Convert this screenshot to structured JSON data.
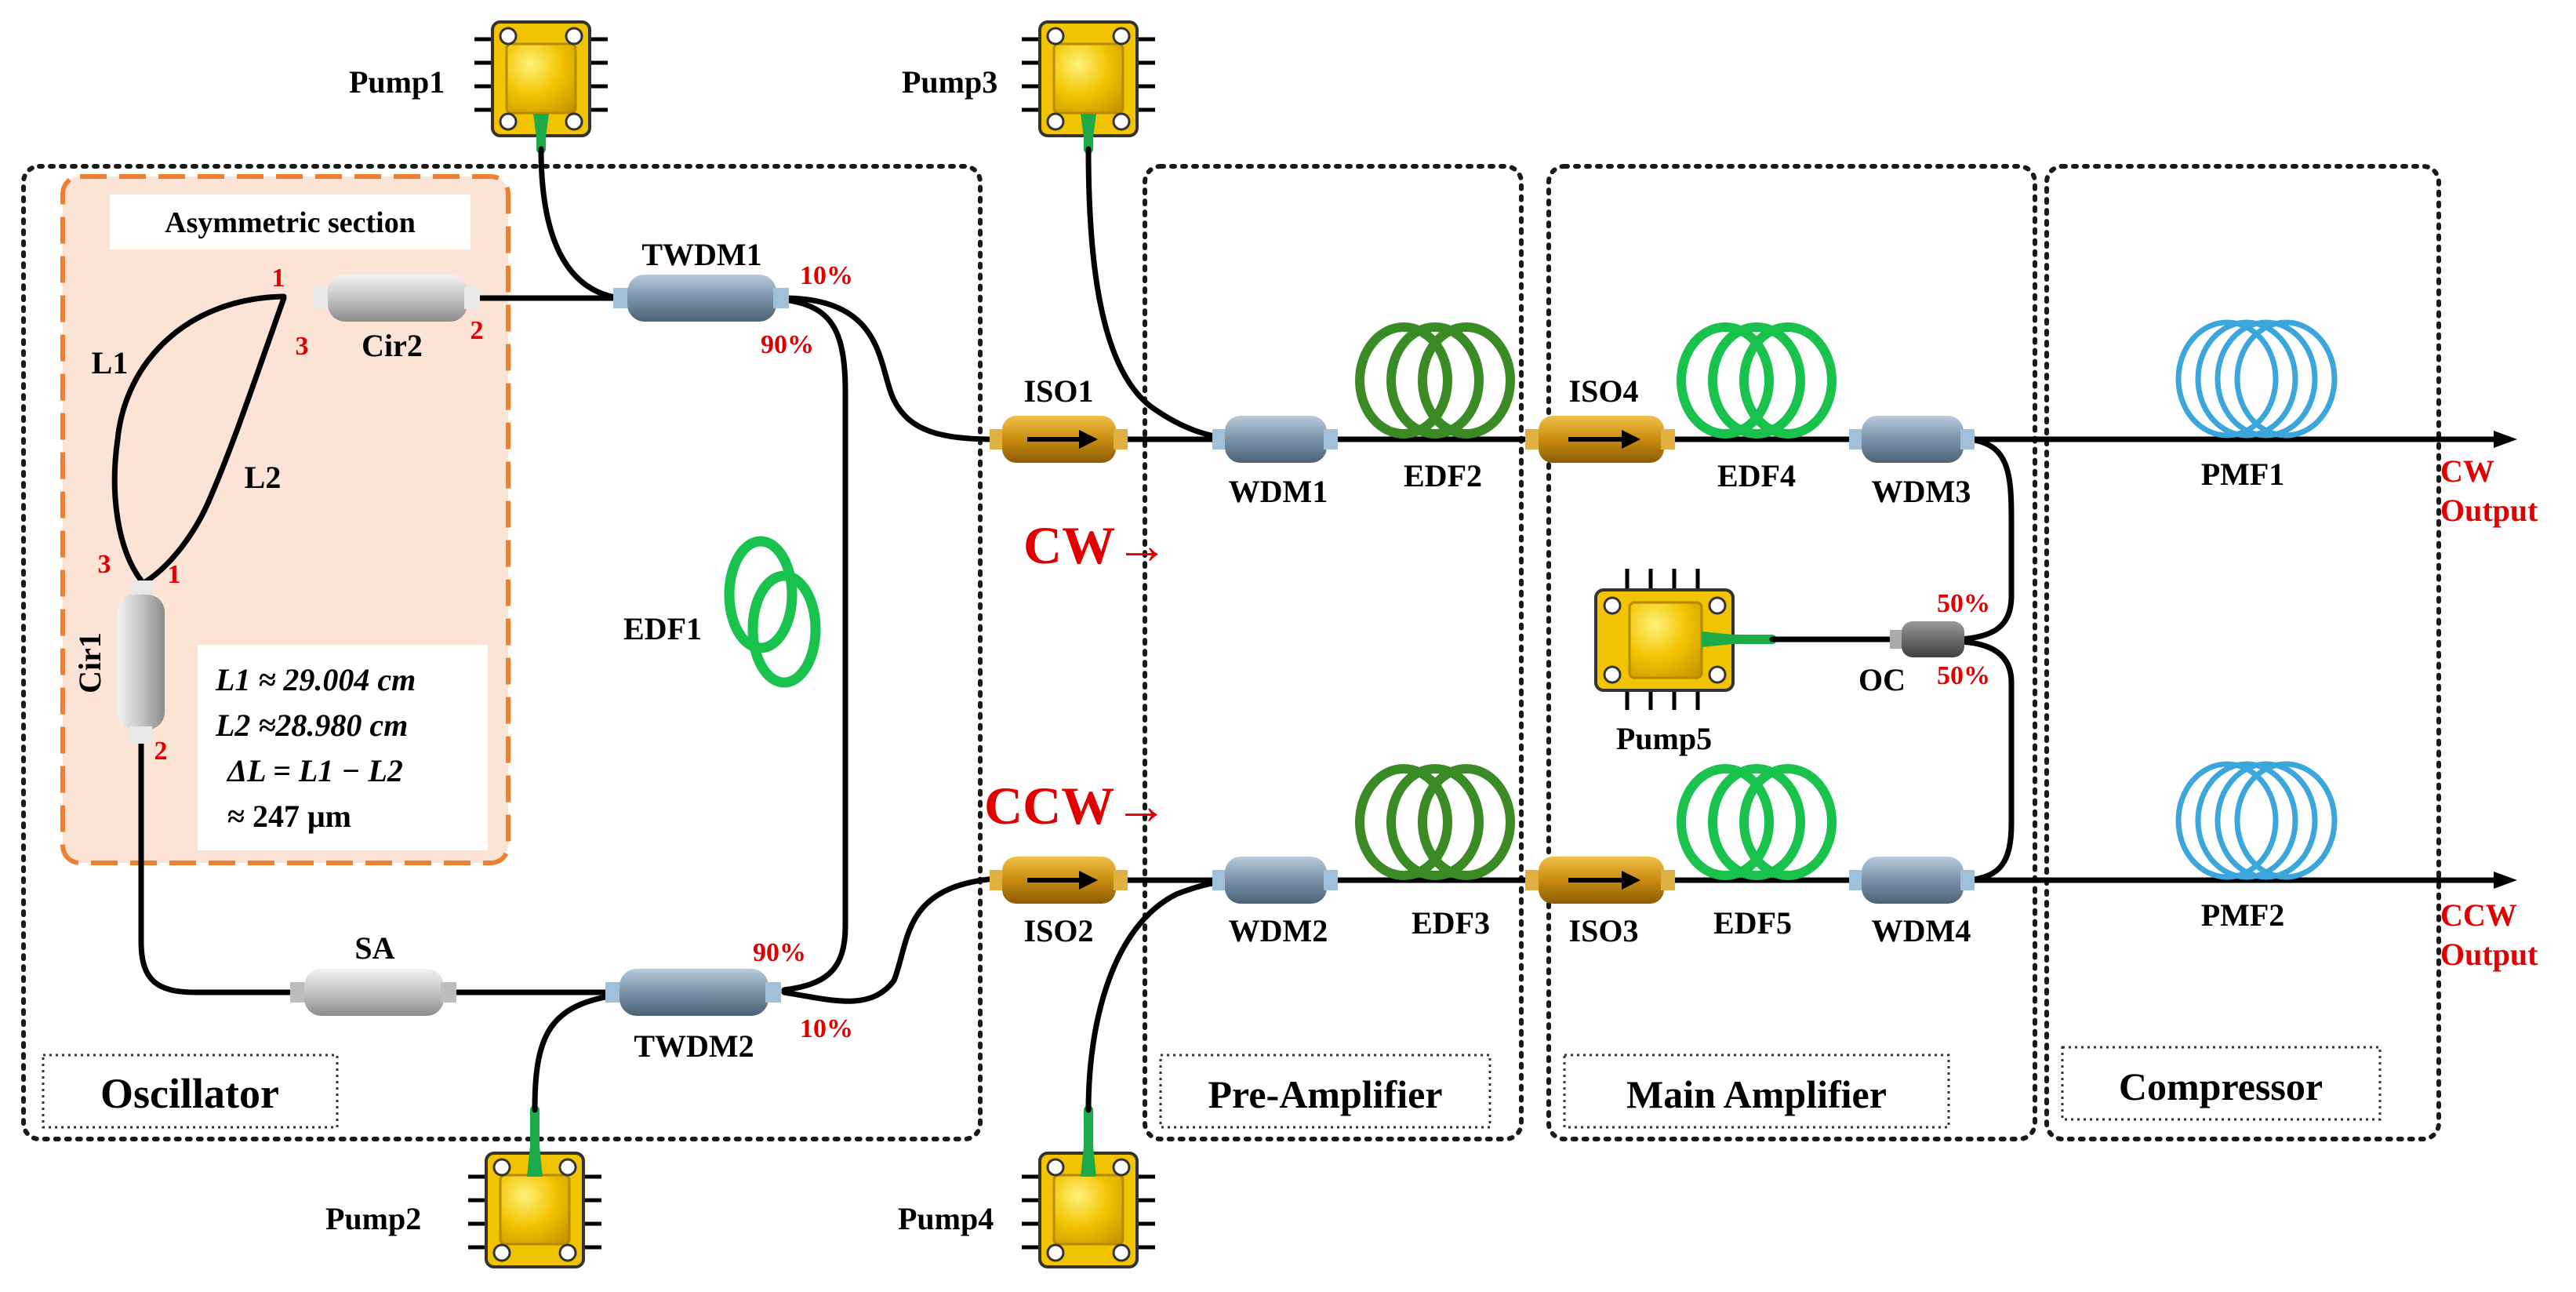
{
  "pumps": [
    "Pump1",
    "Pump2",
    "Pump3",
    "Pump4",
    "Pump5"
  ],
  "sections": {
    "oscillator": "Oscillator",
    "preamp": "Pre-Amplifier",
    "mainamp": "Main Amplifier",
    "compressor": "Compressor",
    "asymmetric": "Asymmetric section"
  },
  "components": {
    "twdm1": "TWDM1",
    "twdm2": "TWDM2",
    "cir1": "Cir1",
    "cir2": "Cir2",
    "sa": "SA",
    "iso1": "ISO1",
    "iso2": "ISO2",
    "iso3": "ISO3",
    "iso4": "ISO4",
    "wdm1": "WDM1",
    "wdm2": "WDM2",
    "wdm3": "WDM3",
    "wdm4": "WDM4",
    "edf1": "EDF1",
    "edf2": "EDF2",
    "edf3": "EDF3",
    "edf4": "EDF4",
    "edf5": "EDF5",
    "pmf1": "PMF1",
    "pmf2": "PMF2",
    "oc": "OC"
  },
  "ports": {
    "p1": "1",
    "p2": "2",
    "p3": "3"
  },
  "ratios": {
    "r10": "10%",
    "r90": "90%",
    "r50": "50%"
  },
  "fibers": {
    "l1": "L1",
    "l2": "L2"
  },
  "equations": {
    "eq1": "L1 ≈ 29.004 cm",
    "eq2": "L2 ≈28.980 cm",
    "eq3": "ΔL = L1 − L2",
    "eq4": "≈ 247 μm"
  },
  "directions": {
    "cw": "CW→",
    "ccw": "CCW→"
  },
  "outputs": {
    "cw_line1": "CW",
    "cw_line2": "Output",
    "ccw_line1": "CCW",
    "ccw_line2": "Output"
  },
  "colors": {
    "fiber": "#000000",
    "edf_dark": "#3a8a25",
    "edf_bright": "#18c24c",
    "pmf": "#3aa6dc",
    "pump_body": "#f2c300",
    "coupler": "#7f97ad",
    "isolator": "#c98c10",
    "label_red": "#e00000",
    "asym_bg": "#fbe3d6",
    "asym_border": "#f08030"
  }
}
